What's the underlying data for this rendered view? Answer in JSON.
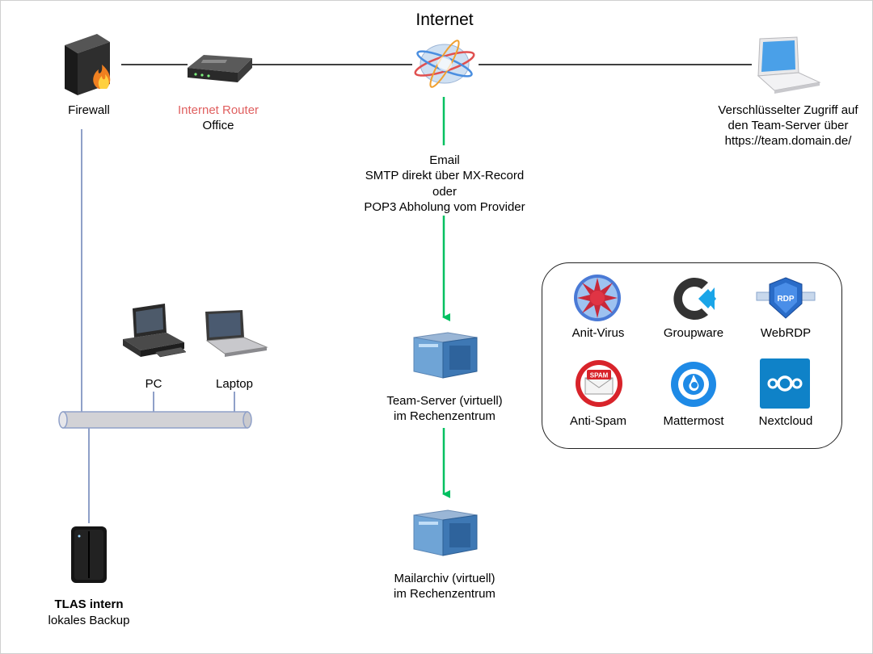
{
  "internet": {
    "title": "Internet"
  },
  "firewall": {
    "label": "Firewall"
  },
  "router": {
    "line1": "Internet Router",
    "line2": "Office"
  },
  "remote": {
    "line1": "Verschlüsselter Zugriff auf",
    "line2": "den Team-Server über",
    "line3": "https://team.domain.de/"
  },
  "email": {
    "line1": "Email",
    "line2": "SMTP direkt über MX-Record",
    "line3": "oder",
    "line4": "POP3 Abholung vom Provider"
  },
  "pc": {
    "label": "PC"
  },
  "laptop": {
    "label": "Laptop"
  },
  "team_server": {
    "line1": "Team-Server (virtuell)",
    "line2": "im Rechenzentrum"
  },
  "mailarchiv": {
    "line1": "Mailarchiv (virtuell)",
    "line2": "im Rechenzentrum"
  },
  "nas": {
    "line1": "TLAS intern",
    "line2": "lokales Backup"
  },
  "services": [
    {
      "label": "Anit-Virus",
      "icon": "antivirus-icon"
    },
    {
      "label": "Groupware",
      "icon": "groupware-icon"
    },
    {
      "label": "WebRDP",
      "icon": "webrdp-icon"
    },
    {
      "label": "Anti-Spam",
      "icon": "antispam-icon"
    },
    {
      "label": "Mattermost",
      "icon": "mattermost-icon"
    },
    {
      "label": "Nextcloud",
      "icon": "nextcloud-icon"
    }
  ],
  "badges": {
    "rdp": "RDP",
    "spam": "SPAM"
  },
  "colors": {
    "arrow": "#00c060",
    "bus": "#8fa0c8",
    "router_text": "#e06060"
  }
}
